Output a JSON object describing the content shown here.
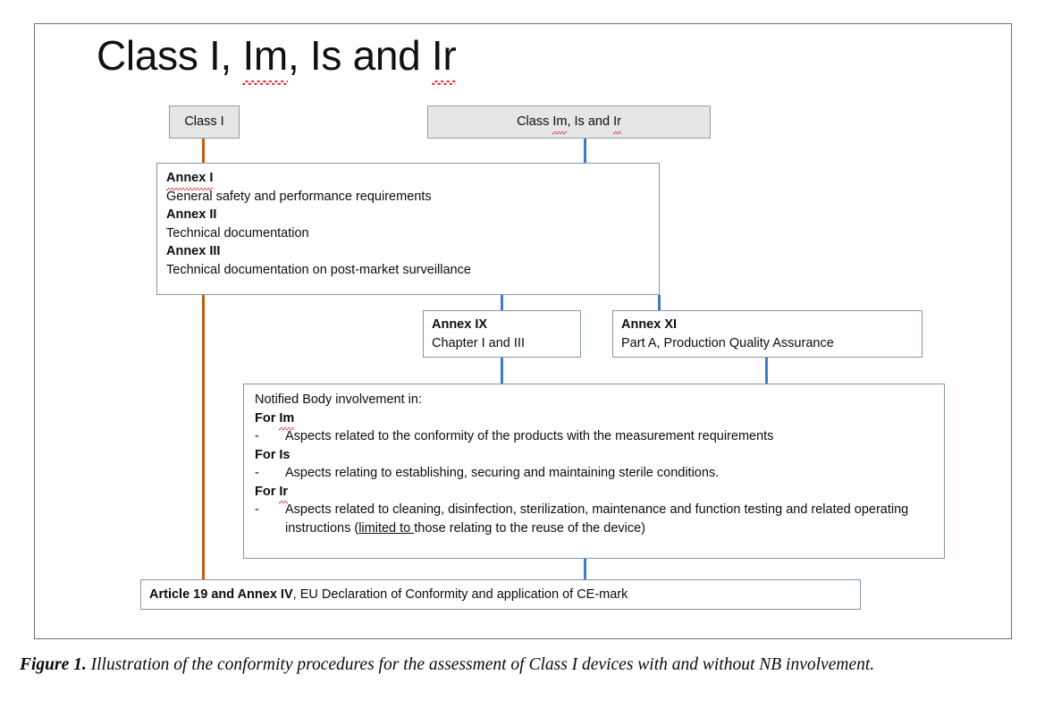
{
  "figure": {
    "title": "Class I, Im, Is and Ir",
    "title_parts": [
      {
        "text": "Class I, ",
        "squiggle": false
      },
      {
        "text": "Im",
        "squiggle": true
      },
      {
        "text": ", Is and ",
        "squiggle": false
      },
      {
        "text": "Ir",
        "squiggle": true
      }
    ],
    "caption_lead": "Figure 1.",
    "caption_body": " Illustration of the conformity procedures for the assessment of Class I devices with and without NB involvement.",
    "caption_line1": "Figure 1. Illustration of the conformity procedures for the assessment of Class I devices with and",
    "caption_line2": "without NB involvement."
  },
  "colors": {
    "frame_border": "#6f6f6f",
    "box_border": "#8496b0",
    "shaded_fill": "#e7e6e6",
    "shaded_border": "#9a9a9a",
    "connector_blue": "#3d7cc9",
    "connector_orange": "#c55a11",
    "spellcheck_red": "#e03030",
    "text": "#0d0d0d"
  },
  "nodes": {
    "class_i": {
      "label": "Class I"
    },
    "class_im_is_ir": {
      "label": "Class Im, Is and Ir",
      "label_parts": [
        {
          "text": "Class ",
          "squiggle": false
        },
        {
          "text": "Im",
          "squiggle": true
        },
        {
          "text": ", Is and ",
          "squiggle": false
        },
        {
          "text": "Ir",
          "squiggle": true
        }
      ]
    },
    "annex_i_block": {
      "lines": [
        {
          "heading": "Annex I",
          "heading_squiggle": true,
          "body": "General safety and performance requirements"
        },
        {
          "heading": "Annex II",
          "heading_squiggle": false,
          "body": "Technical documentation"
        },
        {
          "heading": "Annex III",
          "heading_squiggle": false,
          "body": "Technical documentation on post-market surveillance"
        }
      ]
    },
    "annex_ix": {
      "heading": "Annex IX",
      "body": "Chapter I and III"
    },
    "annex_xi": {
      "heading": "Annex XI",
      "body": "Part A, Production Quality Assurance"
    },
    "notified_body": {
      "intro": "Notified Body involvement in:",
      "groups": [
        {
          "heading": "For Im",
          "heading_prefix": "For ",
          "heading_squiggle_text": "Im",
          "heading_squiggle": true,
          "bullets": [
            {
              "dash": "-",
              "text": "Aspects related to the conformity of the products with the measurement requirements"
            }
          ]
        },
        {
          "heading": "For Is",
          "heading_prefix": "For ",
          "heading_squiggle_text": "Is",
          "heading_squiggle": false,
          "bullets": [
            {
              "dash": "-",
              "text": "Aspects relating to establishing, securing and maintaining sterile conditions."
            }
          ]
        },
        {
          "heading": "For Ir",
          "heading_prefix": "For ",
          "heading_squiggle_text": "Ir",
          "heading_squiggle": true,
          "bullets": [
            {
              "dash": "-",
              "text_before": "Aspects related to cleaning, disinfection, sterilization, maintenance and function testing and related operating instructions (",
              "text_underlined": "limited to ",
              "text_after": "those relating to the reuse of the device)"
            }
          ]
        }
      ]
    },
    "article_19": {
      "bold": "Article 19 and Annex IV",
      "rest": ", EU Declaration of Conformity and application of CE-mark"
    }
  }
}
